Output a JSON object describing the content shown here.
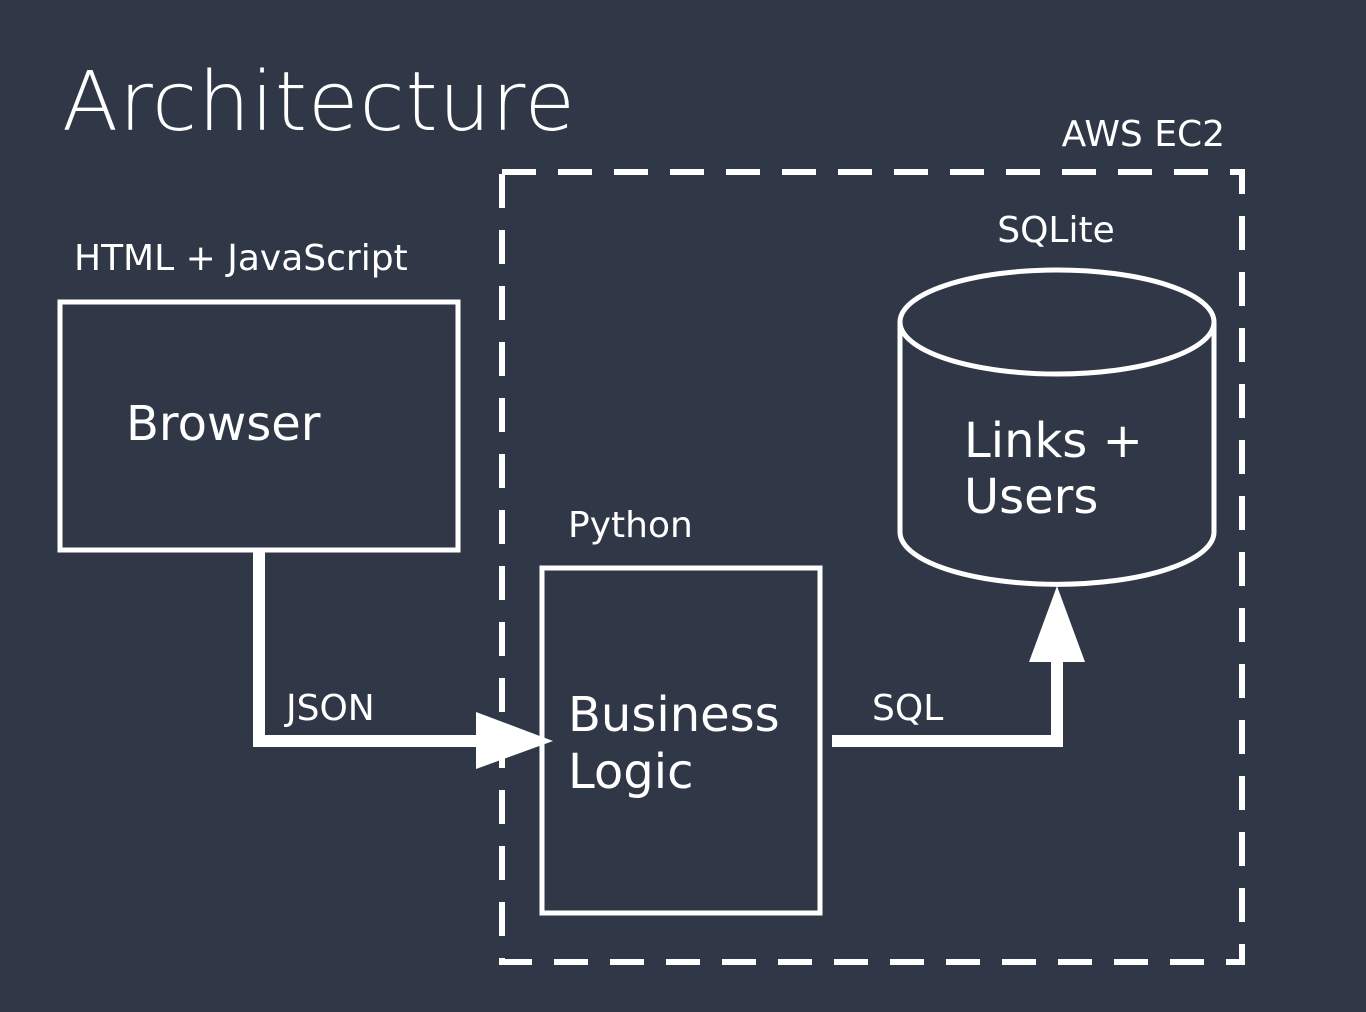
{
  "diagram": {
    "title": "Architecture",
    "colors": {
      "background": "#303848",
      "stroke": "#ffffff"
    },
    "container": {
      "label": "AWS EC2"
    },
    "nodes": {
      "browser": {
        "caption": "HTML + JavaScript",
        "label": "Browser"
      },
      "business_logic": {
        "caption": "Python",
        "label_line1": "Business",
        "label_line2": "Logic"
      },
      "database": {
        "caption": "SQLite",
        "label_line1": "Links +",
        "label_line2": "Users"
      }
    },
    "edges": {
      "browser_to_logic": {
        "label": "JSON"
      },
      "logic_to_db": {
        "label": "SQL"
      }
    }
  }
}
